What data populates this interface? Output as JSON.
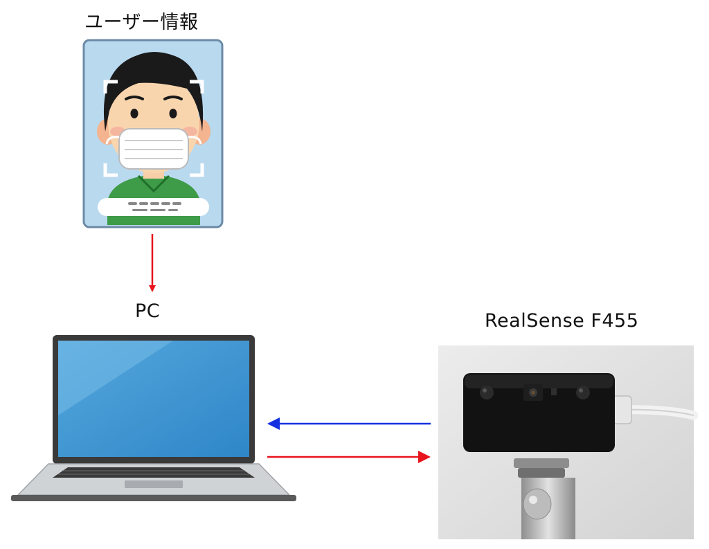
{
  "labels": {
    "user_info": "ユーザー情報",
    "pc": "PC",
    "device": "RealSense F455"
  },
  "arrows": [
    {
      "from": "user_info",
      "to": "pc",
      "color": "#e8141c"
    },
    {
      "from": "device",
      "to": "pc",
      "color": "#1530e0"
    },
    {
      "from": "pc",
      "to": "device",
      "color": "#e8141c"
    }
  ],
  "illustrations": {
    "id_card": "id-card-masked-person-icon",
    "laptop": "laptop-icon",
    "device_photo": "realsense-camera-photo"
  }
}
